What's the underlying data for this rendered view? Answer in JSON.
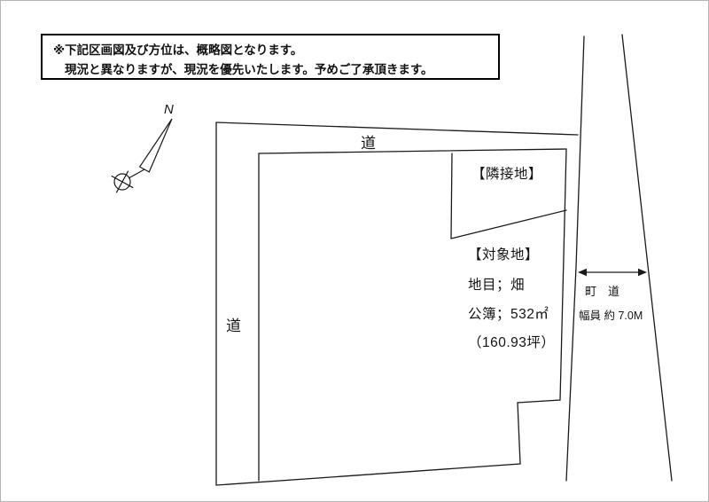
{
  "notice": {
    "line1": "※下記区画図及び方位は、概略図となります。",
    "line2": "現況と異なりますが、現況を優先いたします。予めご了承頂きます。"
  },
  "compass": {
    "north_label": "N"
  },
  "roads": {
    "top_label": "道",
    "left_label": "道",
    "town_road_label": "町　道",
    "width_label": "幅員 約 7.0M"
  },
  "lots": {
    "adjacent_label": "【隣接地】",
    "subject_label": "【対象地】",
    "land_category": "地目；畑",
    "registered_area": "公簿；532㎡",
    "tsubo_area": "（160.93坪）"
  },
  "colors": {
    "line": "#1a1a1a",
    "background": "#ffffff"
  }
}
